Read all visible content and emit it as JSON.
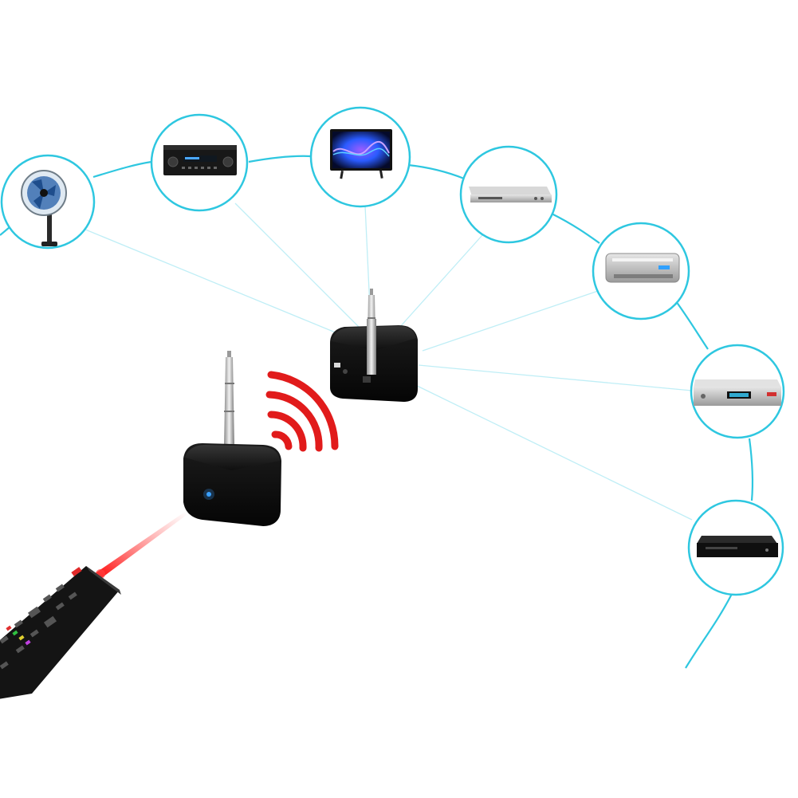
{
  "colors": {
    "background": "#ffffff",
    "ring": "#2ec7e0",
    "link_line": "#bfeef6",
    "signal": "#e11b1b",
    "laser": "#ff2a2a",
    "device_body": "#121212",
    "led": "#3aa0ff"
  },
  "devices": [
    {
      "name": "fan",
      "icon": "standing-fan-icon"
    },
    {
      "name": "av-receiver",
      "icon": "av-receiver-icon"
    },
    {
      "name": "tv",
      "icon": "television-icon"
    },
    {
      "name": "dvd-player",
      "icon": "dvd-player-icon"
    },
    {
      "name": "air-conditioner",
      "icon": "air-conditioner-icon"
    },
    {
      "name": "set-top-box",
      "icon": "set-top-box-icon"
    },
    {
      "name": "blu-ray-player",
      "icon": "blu-ray-player-icon"
    }
  ],
  "hubs": {
    "receiver": {
      "icon": "ir-receiver-antenna-icon"
    },
    "transmitter": {
      "icon": "ir-transmitter-antenna-icon"
    }
  },
  "remote": {
    "icon": "remote-control-icon"
  },
  "signal": {
    "icon": "wireless-signal-icon"
  }
}
